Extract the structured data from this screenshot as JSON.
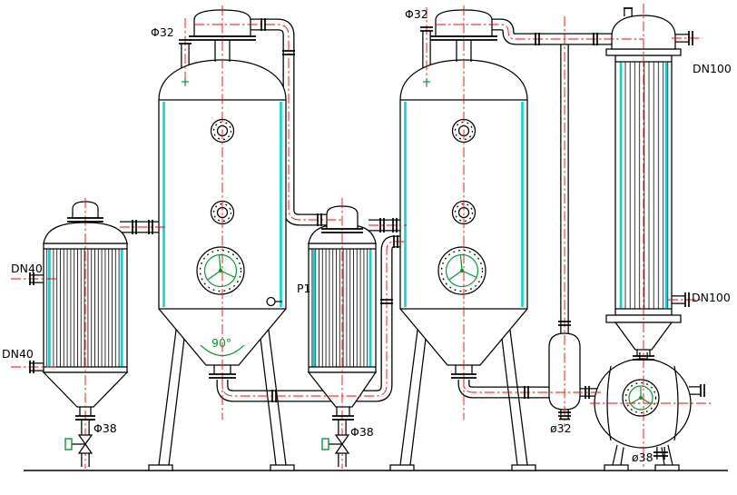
{
  "diagram": {
    "labels": {
      "phi32_1": "Φ32",
      "phi32_2": "Φ32",
      "dn40_1": "DN40",
      "dn40_2": "DN40",
      "dn100_1": "DN100",
      "dn100_2": "DN100",
      "p1": "P1",
      "angle_90": "90°",
      "phi38_1": "Φ38",
      "phi38_2": "Φ38",
      "dia32": "ø32",
      "dia38": "ø38"
    },
    "colors": {
      "outline": "#000000",
      "centerline": "#ff0000",
      "accent_green": "#009933",
      "jacket_cyan": "#00d9d9",
      "background": "#ffffff"
    }
  }
}
